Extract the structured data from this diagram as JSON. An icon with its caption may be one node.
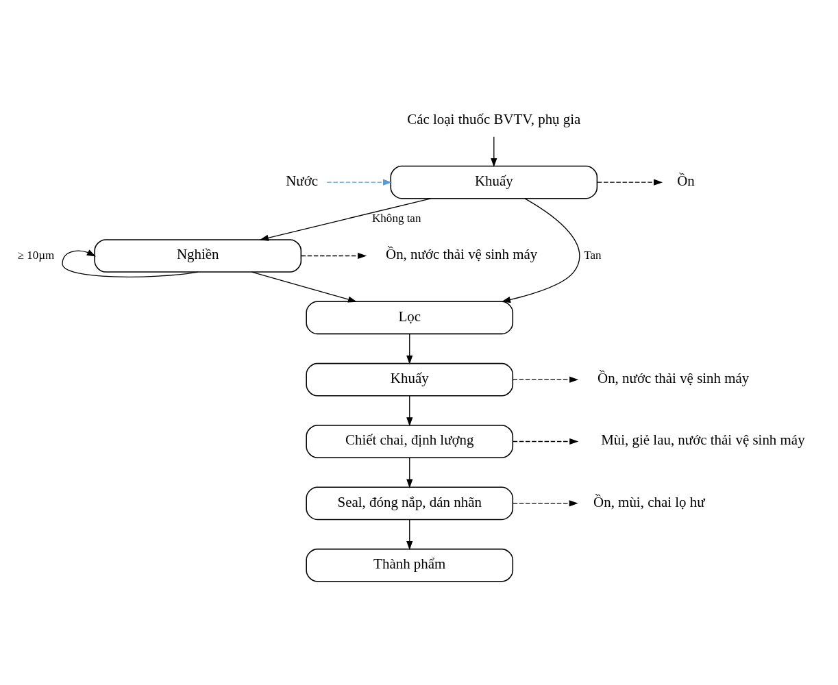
{
  "diagram": {
    "nodes": [
      {
        "text": [
          "Các loại thuốc BVTV, phụ gia"
        ]
      },
      {
        "text": [
          "Nước"
        ]
      },
      {
        "text": [
          "Khuấy"
        ]
      },
      {
        "text": [
          "Ồn"
        ]
      },
      {
        "text": [
          "Nghiền"
        ]
      },
      {
        "text": [
          "Ồn, nước thải vệ sinh máy"
        ]
      },
      {
        "text": [
          "Lọc"
        ]
      },
      {
        "text": [
          "Khuấy"
        ]
      },
      {
        "text": [
          "Ồn, nước thải vệ sinh máy"
        ]
      },
      {
        "text": [
          "Chiết chai, định lượng"
        ]
      },
      {
        "text": [
          "Mùi, giẻ lau, nước thải vệ sinh máy"
        ]
      },
      {
        "text": [
          "Seal, đóng nắp, dán nhãn"
        ]
      },
      {
        "text": [
          "Ồn, mùi, chai lọ hư"
        ]
      },
      {
        "text": [
          "Thành phẩm"
        ]
      }
    ],
    "edges": [
      {
        "from": 0,
        "to": 2,
        "arrow": "to"
      },
      {
        "from": 1,
        "to": 2,
        "arrow": "to",
        "style": "dashed",
        "color": "#5b9bd5"
      },
      {
        "from": 2,
        "to": 3,
        "arrow": "to",
        "style": "dashed"
      },
      {
        "from": 2,
        "to": 6,
        "arrow": "to",
        "label": "Tan"
      },
      {
        "from": 2,
        "to": 4,
        "arrow": "to",
        "label": "Không tan"
      },
      {
        "from": 4,
        "to": 5,
        "arrow": "to",
        "style": "dashed"
      },
      {
        "from": 4,
        "to": 4,
        "arrow": "to",
        "label": "≥ 10µm"
      },
      {
        "from": 4,
        "to": 6,
        "arrow": "to"
      },
      {
        "from": 6,
        "to": 7,
        "arrow": "to"
      },
      {
        "from": 7,
        "to": 8,
        "arrow": "to",
        "style": "dashed"
      },
      {
        "from": 7,
        "to": 9,
        "arrow": "to"
      },
      {
        "from": 9,
        "to": 10,
        "arrow": "to",
        "style": "dashed"
      },
      {
        "from": 9,
        "to": 11,
        "arrow": "to"
      },
      {
        "from": 11,
        "to": 12,
        "arrow": "to",
        "style": "dashed"
      },
      {
        "from": 11,
        "to": 13,
        "arrow": "to"
      }
    ]
  }
}
